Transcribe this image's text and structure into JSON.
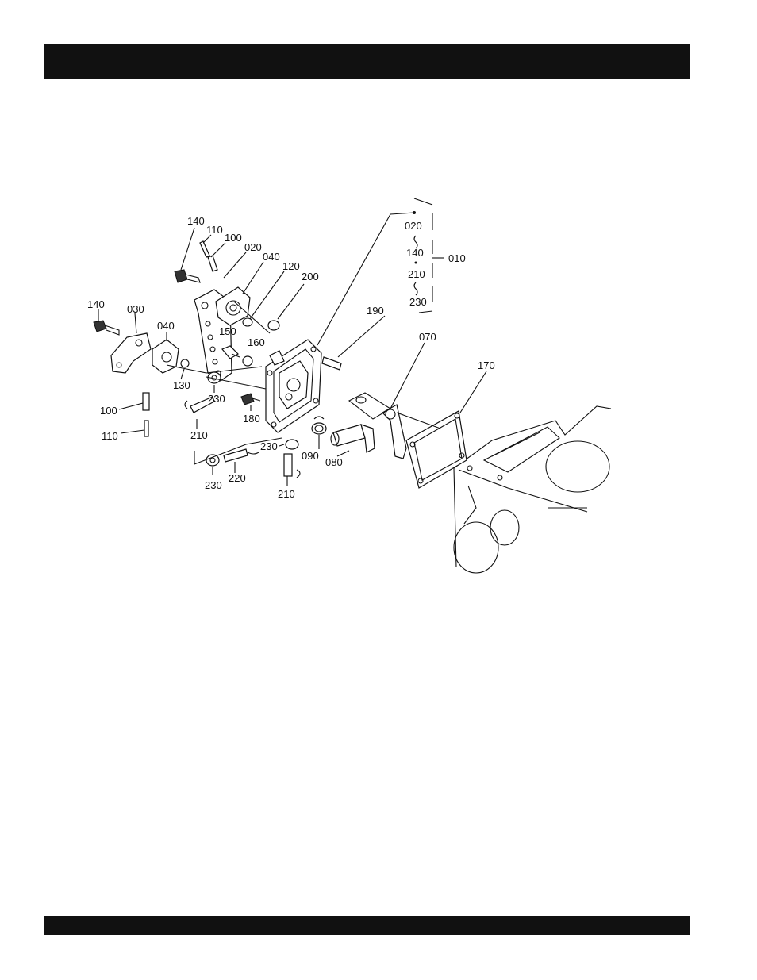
{
  "labels": {
    "l140a": "140",
    "l110a": "110",
    "l100a": "100",
    "l020a": "020",
    "l040a": "040",
    "l120": "120",
    "l200": "200",
    "l140b": "140",
    "l030": "030",
    "l040b": "040",
    "l150": "150",
    "l160": "160",
    "l190": "190",
    "l070": "070",
    "l170": "170",
    "l130": "130",
    "l100b": "100",
    "l110b": "110",
    "l230a": "230",
    "l210a": "210",
    "l180": "180",
    "l230b": "230",
    "l090": "090",
    "l080": "080",
    "l230c": "230",
    "l220": "220",
    "l210b": "210",
    "k020": "020",
    "k140": "140",
    "k210": "210",
    "k230": "230",
    "k010": "010"
  }
}
